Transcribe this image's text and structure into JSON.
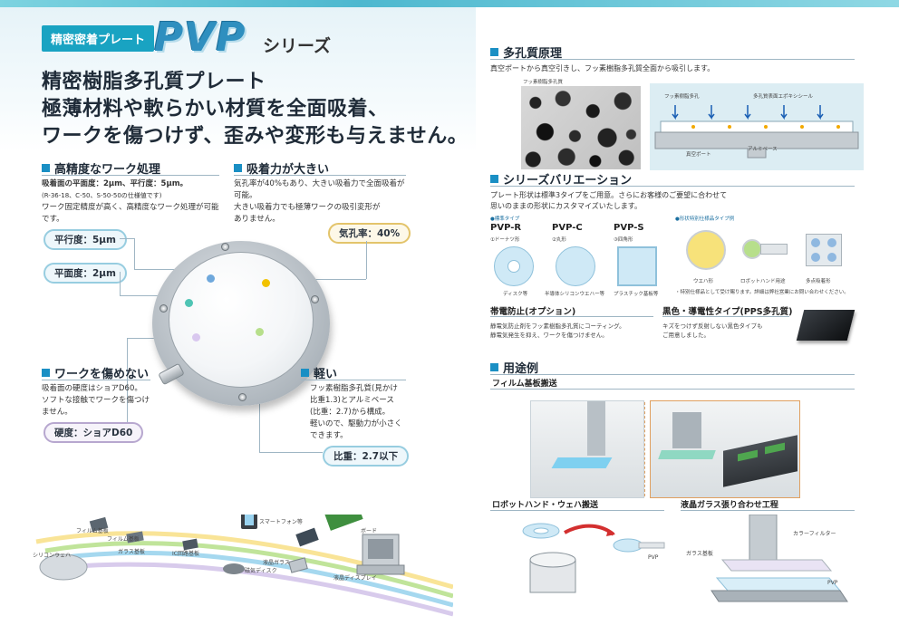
{
  "brand": {
    "tag": "精密密着プレート",
    "logo": "PVP",
    "series": "シリーズ"
  },
  "hero": {
    "line1": "精密樹脂多孔質プレート",
    "line2": "極薄材料や軟らかい材質を全面吸着、",
    "line3": "ワークを傷つけず、歪みや変形も与えません。"
  },
  "features": {
    "precision": {
      "title": "高精度なワーク処理",
      "line1": "吸着面の平面度：2μm、平行度：5μm。",
      "line2": "(R-36-18、C-50、S-50-50の仕様値です)",
      "line3": "ワーク固定精度が高く、高精度なワーク処理が可能",
      "line4": "です。",
      "pill_flatness_parallel": "平行度：5μm",
      "pill_flatness": "平面度：2μm"
    },
    "suction": {
      "title": "吸着力が大きい",
      "line1": "気孔率が40%もあり、大きい吸着力で全面吸着が",
      "line2": "可能。",
      "line3": "大きい吸着力でも極薄ワークの吸引変形が",
      "line4": "ありません。",
      "pill": "気孔率：40%"
    },
    "gentle": {
      "title": "ワークを傷めない",
      "line1": "吸着面の硬度はショアD60。",
      "line2": "ソフトな接触でワークを傷つけ",
      "line3": "ません。",
      "pill": "硬度：ショアD60"
    },
    "light": {
      "title": "軽い",
      "line1": "フッ素樹脂多孔質(見かけ",
      "line2": "比重1.3)とアルミベース",
      "line3": "(比重：2.7)から構成。",
      "line4": "軽いので、駆動力が小さく",
      "line5": "できます。",
      "pill": "比重：2.7以下"
    }
  },
  "applications_graphic": {
    "labels": [
      "フィルム基板",
      "フィルム基板",
      "ガラス基板",
      "IC回路基板",
      "スマートフォン等",
      "ボード",
      "シリコンウェハ",
      "液晶ガラス",
      "磁気ディスク",
      "液晶ディスプレイ"
    ]
  },
  "principle": {
    "title": "多孔質原理",
    "desc": "真空ポートから真空引きし、フッ素樹脂多孔質全面から吸引します。",
    "img_label": "フッ素樹脂多孔質",
    "diag_fluoro": "フッ素樹脂多孔",
    "diag_epoxy": "多孔質表面エポキシシール",
    "diag_port": "真空ポート",
    "diag_base": "アルミベース"
  },
  "variation": {
    "title": "シリーズバリエーション",
    "desc1": "プレート形状は標準3タイプをご用意。さらにお客様のご要望に合わせて",
    "desc2": "思いのままの形状にカスタマイズいたします。",
    "std_label": "●標準タイプ",
    "special_label": "●形状特別仕様品タイプ例",
    "types": [
      {
        "name": "PVP-R",
        "sub": "①ドーナツ形",
        "use": "ディスク等"
      },
      {
        "name": "PVP-C",
        "sub": "②丸形",
        "use": "半導体シリコンウエハー等"
      },
      {
        "name": "PVP-S",
        "sub": "③四角形",
        "use": "プラスチック基板等"
      }
    ],
    "special": [
      "ウエハ形",
      "ロボットハンド用途",
      "多点吸着形"
    ],
    "special_note": "・特別仕様品として受け賜ります。詳細は弊社営業にお問い合わせください。",
    "antistatic_title": "帯電防止(オプション)",
    "antistatic_line1": "静電気防止剤をフッ素樹脂多孔質にコーティング。",
    "antistatic_line2": "静電気発生を抑え、ワークを傷つけません。",
    "black_title": "黒色・導電性タイプ(PPS多孔質)",
    "black_line1": "キズをつけず反射しない黒色タイプも",
    "black_line2": "ご用意しました。"
  },
  "usage": {
    "title": "用途例",
    "film": "フィルム基板搬送",
    "robot": "ロボットハンド・ウェハ搬送",
    "lcd": "液晶ガラス張り合わせ工程",
    "pvp1": "PVP",
    "pvp2": "PVP",
    "color_filter": "カラーフィルター",
    "glass": "ガラス基板"
  },
  "colors": {
    "accent": "#1a8fc4",
    "brand_tag": "#19a3c2",
    "pill_blue": "#97cde0",
    "pill_gold": "#e3c46b",
    "pill_purple": "#b7a7cf"
  }
}
